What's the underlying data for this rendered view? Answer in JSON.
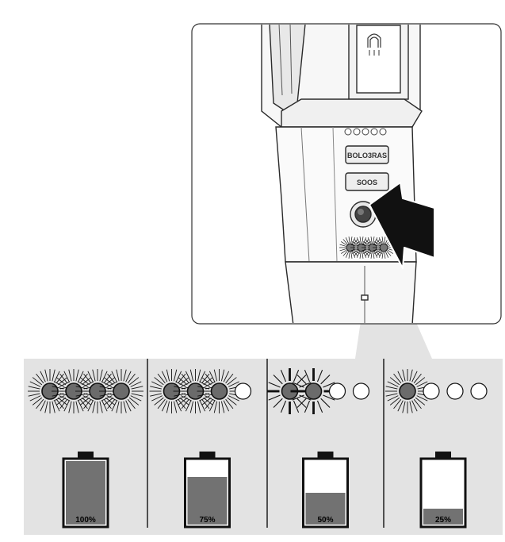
{
  "device": {
    "button_top_label": "BOLO3RAS",
    "button_bottom_label": "SOOS"
  },
  "battery_panels": [
    {
      "label": "100%",
      "level": 1.0,
      "leds_on": 4,
      "leds_total": 4,
      "flash_style": "steady"
    },
    {
      "label": "75%",
      "level": 0.75,
      "leds_on": 3,
      "leds_total": 4,
      "flash_style": "steady"
    },
    {
      "label": "50%",
      "level": 0.5,
      "leds_on": 2,
      "leds_total": 4,
      "flash_style": "flashing"
    },
    {
      "label": "25%",
      "level": 0.25,
      "leds_on": 1,
      "leds_total": 4,
      "flash_style": "steady"
    }
  ],
  "colors": {
    "panel_background": "#e3e3e3",
    "led_on": "#6b6b6b",
    "battery_fill": "#727272",
    "outline": "#1a1a1a",
    "arrow": "#111111"
  }
}
